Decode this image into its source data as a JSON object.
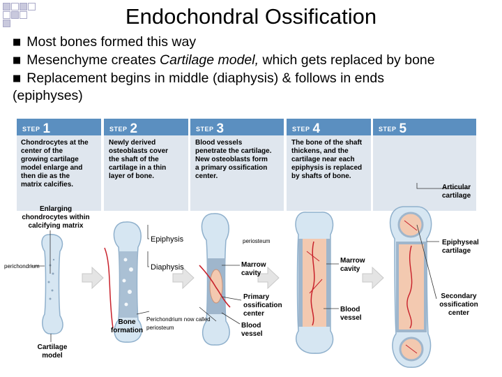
{
  "title": "Endochondral Ossification",
  "bullets": [
    {
      "pre": "Most bones formed this way",
      "em": "",
      "post": ""
    },
    {
      "pre": "Mesenchyme creates ",
      "em": "Cartilage model,",
      "post": " which gets replaced by bone"
    },
    {
      "pre": "Replacement begins in middle (diaphysis) & follows in ends",
      "em": "",
      "post": ""
    }
  ],
  "bullet_continuation": "(epiphyses)",
  "steps": [
    {
      "word": "STEP",
      "num": "1",
      "desc": "Chondrocytes at the center of the growing cartilage model enlarge and then die as the matrix calcifies."
    },
    {
      "word": "STEP",
      "num": "2",
      "desc": "Newly derived osteoblasts cover the shaft of the cartilage in a thin layer of bone."
    },
    {
      "word": "STEP",
      "num": "3",
      "desc": "Blood vessels penetrate the cartilage. New osteoblasts form a primary ossification center."
    },
    {
      "word": "STEP",
      "num": "4",
      "desc": "The bone of the shaft thickens, and the cartilage near each epiphysis is replaced by shafts of bone."
    },
    {
      "word": "STEP",
      "num": "5",
      "desc": ""
    }
  ],
  "labels": {
    "enlarging": "Enlarging chondrocytes within calcifying matrix",
    "perichondrium": "perichondrium",
    "cartilage_model": "Cartilage model",
    "epiphysis": "Epiphysis",
    "diaphysis": "Diaphysis",
    "bone_formation": "Bone formation",
    "perichondrium_now": "Perichondrium now called periosteum",
    "periosteum": "periosteum",
    "marrow_cavity_3": "Marrow cavity",
    "primary_center": "Primary ossification center",
    "blood_vessel_3": "Blood vessel",
    "marrow_cavity_4": "Marrow cavity",
    "blood_vessel_4": "Blood vessel",
    "articular": "Articular cartilage",
    "epiphyseal": "Epiphyseal cartilage",
    "secondary": "Secondary ossification center"
  },
  "colors": {
    "step_header": "#5b8fc0",
    "step_panel": "#dfe6ee",
    "cartilage": "#d6e6f2",
    "bone": "#9fb6cc",
    "marrow": "#f3c9b0",
    "vessel": "#c8202a"
  }
}
